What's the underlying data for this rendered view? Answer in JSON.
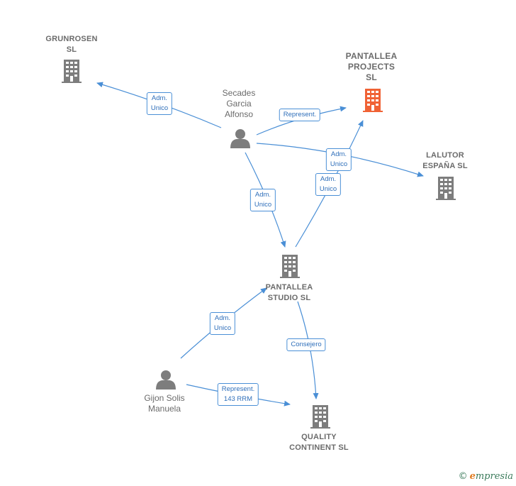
{
  "colors": {
    "edge": "#4a8fd6",
    "company": "#7d7d7d",
    "highlight": "#f06235",
    "person": "#7d7d7d"
  },
  "nodes": {
    "grunrosen": {
      "label": "GRUNROSEN\nSL",
      "icon": "building-icon"
    },
    "pantallea_projects": {
      "label": "PANTALLEA\nPROJECTS\nSL",
      "icon": "building-icon"
    },
    "secades": {
      "label": "Secades\nGarcia\nAlfonso",
      "icon": "person-icon"
    },
    "lalutor": {
      "label": "LALUTOR\nESPAÑA  SL",
      "icon": "building-icon"
    },
    "pantallea_studio": {
      "label": "PANTALLEA\nSTUDIO  SL",
      "icon": "building-icon"
    },
    "gijon": {
      "label": "Gijon Solis\nManuela",
      "icon": "person-icon"
    },
    "quality": {
      "label": "QUALITY\nCONTINENT SL",
      "icon": "building-icon"
    }
  },
  "edges": [
    {
      "id": "secades-grunrosen",
      "label": "Adm.\nUnico"
    },
    {
      "id": "secades-projects",
      "label": "Represent."
    },
    {
      "id": "secades-lalutor",
      "label": "Adm.\nUnico"
    },
    {
      "id": "studio-projects",
      "label": "Adm.\nUnico"
    },
    {
      "id": "secades-studio",
      "label": "Adm.\nUnico"
    },
    {
      "id": "gijon-studio",
      "label": "Adm.\nUnico"
    },
    {
      "id": "studio-quality",
      "label": "Consejero"
    },
    {
      "id": "gijon-quality",
      "label": "Represent.\n143 RRM"
    }
  ],
  "brand": {
    "copyright": "©",
    "initial": "e",
    "rest": "mpresia"
  }
}
